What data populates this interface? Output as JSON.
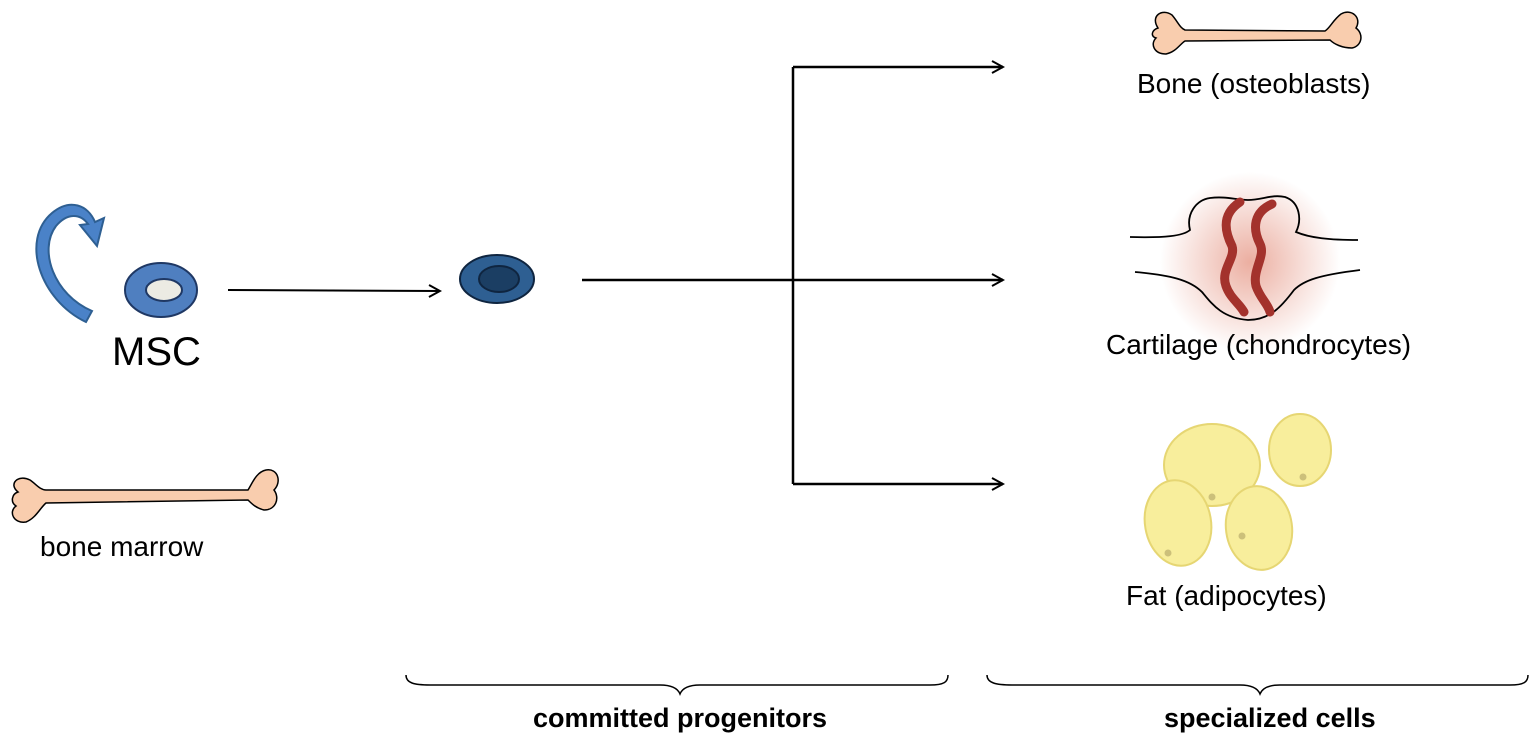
{
  "labels": {
    "msc": "MSC",
    "bone_marrow": "bone marrow",
    "bone": "Bone (osteoblasts)",
    "cartilage": "Cartilage (chondrocytes)",
    "fat": "Fat (adipocytes)",
    "committed_progenitors": "committed progenitors",
    "specialized_cells": "specialized cells"
  },
  "colors": {
    "bone_fill": "#F9CDAE",
    "cell_msc_outer": "#4F7FC0",
    "cell_msc_nucleus": "#ECEBE3",
    "progenitor_outer": "#2E5F92",
    "progenitor_nucleus": "#1B3E63",
    "self_renewal_arrow": "#4A82C8",
    "cartilage_strand": "#A3322C",
    "cartilage_glow": "#E8A090",
    "fat_cell_fill": "#F8EE9C",
    "fat_cell_stroke": "#E6D673"
  },
  "icons": {
    "self_renewal": "circular-arrow-icon",
    "msc_cell": "stem-cell-icon",
    "progenitor_cell": "progenitor-cell-icon",
    "bone": "bone-icon",
    "cartilage": "joint-cartilage-icon",
    "fat": "adipocyte-cluster-icon"
  }
}
